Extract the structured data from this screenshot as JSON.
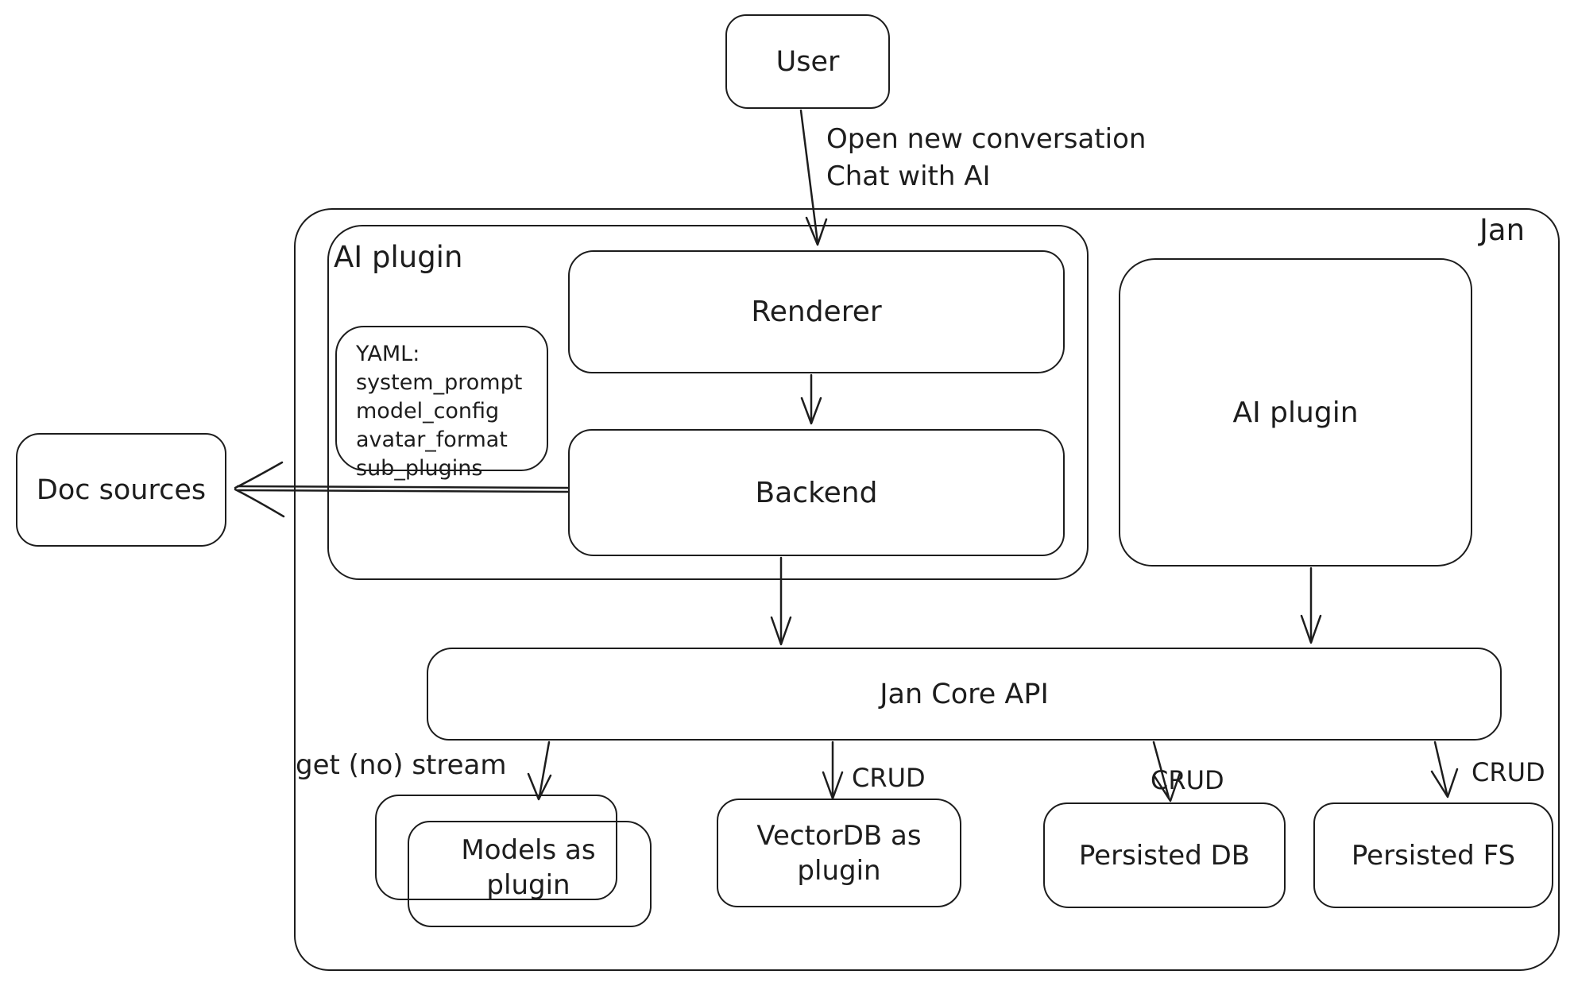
{
  "diagram": {
    "outer_label": "Jan",
    "colors": {
      "stroke": "#1d1d1d",
      "background": "#ffffff"
    },
    "nodes": {
      "user": {
        "label": "User"
      },
      "ai_plugin_container": {
        "label": "AI plugin"
      },
      "renderer": {
        "label": "Renderer"
      },
      "backend": {
        "label": "Backend"
      },
      "ai_plugin_right": {
        "label": "AI plugin"
      },
      "doc_sources": {
        "label": "Doc sources"
      },
      "jan_core_api": {
        "label": "Jan Core API"
      },
      "models_plugin": {
        "label": "Models as plugin"
      },
      "vectordb_plugin": {
        "label": "VectorDB as plugin"
      },
      "persisted_db": {
        "label": "Persisted DB"
      },
      "persisted_fs": {
        "label": "Persisted FS"
      }
    },
    "yaml_note": {
      "lines": [
        "YAML:",
        "system_prompt",
        "model_config",
        "avatar_format",
        "sub_plugins"
      ]
    },
    "edge_labels": {
      "user_to_renderer_line1": "Open new conversation",
      "user_to_renderer_line2": "Chat with AI",
      "get_stream": "get (no) stream",
      "crud_vectordb": "CRUD",
      "crud_db": "CRUD",
      "crud_fs": "CRUD"
    }
  }
}
